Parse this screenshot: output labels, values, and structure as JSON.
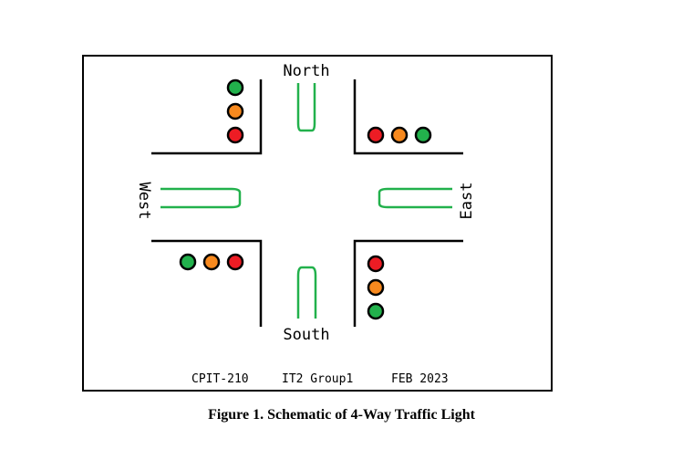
{
  "labels": {
    "north": "North",
    "south": "South",
    "west": "West",
    "east": "East"
  },
  "footer": {
    "course": "CPIT-210",
    "group": "IT2 Group1",
    "date": "FEB 2023"
  },
  "caption": "Figure 1. Schematic of 4-Way Traffic Light",
  "colors": {
    "green": "#22b14c",
    "orange": "#f7891e",
    "red": "#ed1c24",
    "road": "#000000",
    "car": "#22b14c"
  },
  "traffic_lights": [
    {
      "position": "north-west",
      "order": [
        "green",
        "orange",
        "red"
      ]
    },
    {
      "position": "north-east",
      "order": [
        "red",
        "orange",
        "green"
      ]
    },
    {
      "position": "south-west",
      "order": [
        "green",
        "orange",
        "red"
      ]
    },
    {
      "position": "south-east",
      "order": [
        "red",
        "orange",
        "green"
      ]
    }
  ]
}
